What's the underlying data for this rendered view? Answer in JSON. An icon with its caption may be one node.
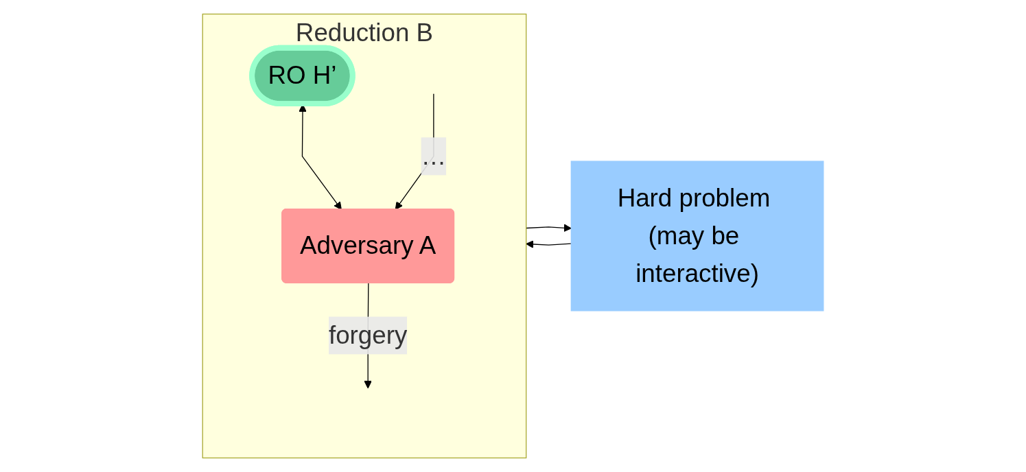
{
  "diagram": {
    "nodes": [
      {
        "text": [
          "Hard problem (may be interactive)"
        ]
      },
      {
        "text": [
          "Reduction B"
        ]
      },
      {
        "text": [
          "RO H’"
        ],
        "in": 1
      },
      {
        "text": [
          "Adversary A"
        ],
        "in": 1
      }
    ],
    "edges": [
      {
        "from": 0,
        "to": 1,
        "arrow": "to"
      },
      {
        "from": 1,
        "to": 0,
        "arrow": "to"
      },
      {
        "from": 2,
        "to": 3,
        "arrow": "both"
      },
      {
        "from": null,
        "to": 3,
        "arrow": "to",
        "label": "…"
      },
      {
        "from": 3,
        "to": null,
        "arrow": "to",
        "label": "forgery"
      }
    ]
  }
}
